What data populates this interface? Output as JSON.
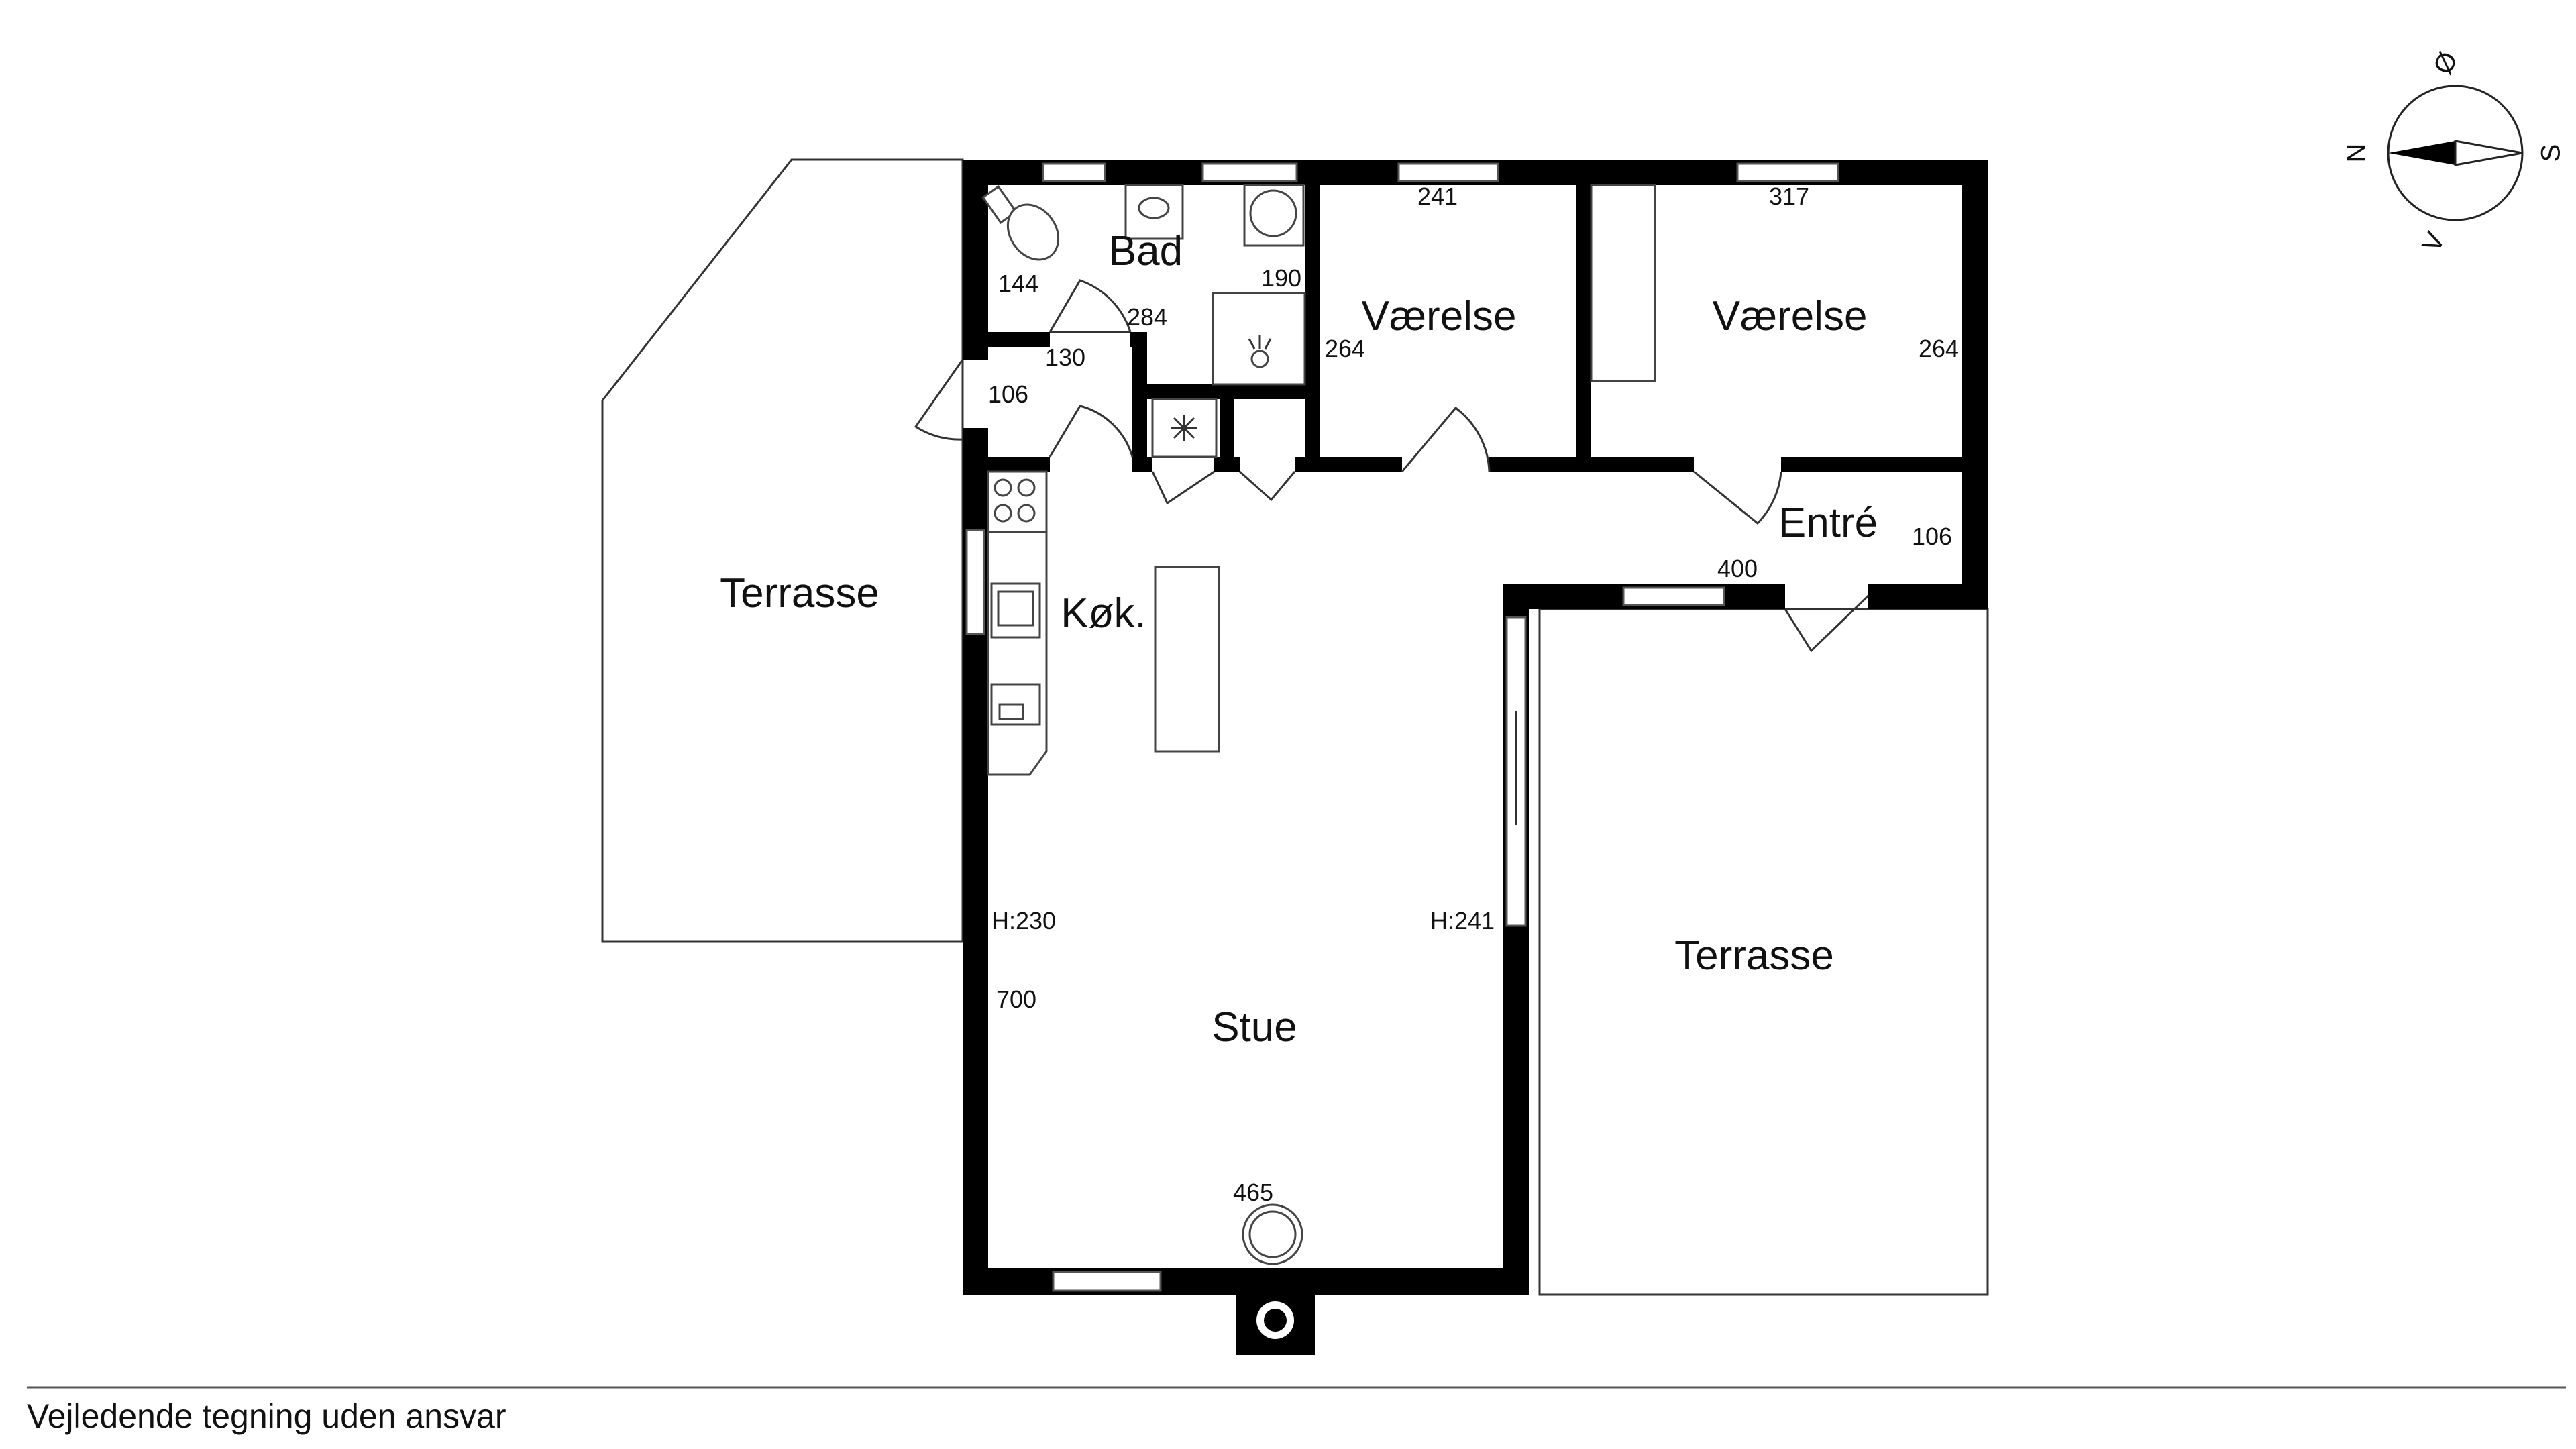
{
  "rooms": {
    "terrace_west": "Terrasse",
    "bath": "Bad",
    "bedroom_1": "Værelse",
    "bedroom_2": "Værelse",
    "entry": "Entré",
    "kitchen": "Køk.",
    "living": "Stue",
    "terrace_east": "Terrasse"
  },
  "dimensions": {
    "toilet_width": "144",
    "bath_corridor": "284",
    "bath_width": "190",
    "hall_depth": "130",
    "hall_door": "106",
    "bedroom_1_width": "241",
    "bedroom_1_depth": "264",
    "bedroom_2_width": "317",
    "bedroom_2_depth": "264",
    "entry_width": "400",
    "entry_depth": "106",
    "height_west": "H:230",
    "height_east": "H:241",
    "living_depth": "700",
    "living_width": "465"
  },
  "compass": {
    "north": "N",
    "east": "Ø",
    "south": "S",
    "west": "V"
  },
  "footer_note": "Vejledende tegning uden ansvar",
  "colors": {
    "wall": "#000000",
    "line": "#333333",
    "background": "#ffffff"
  }
}
